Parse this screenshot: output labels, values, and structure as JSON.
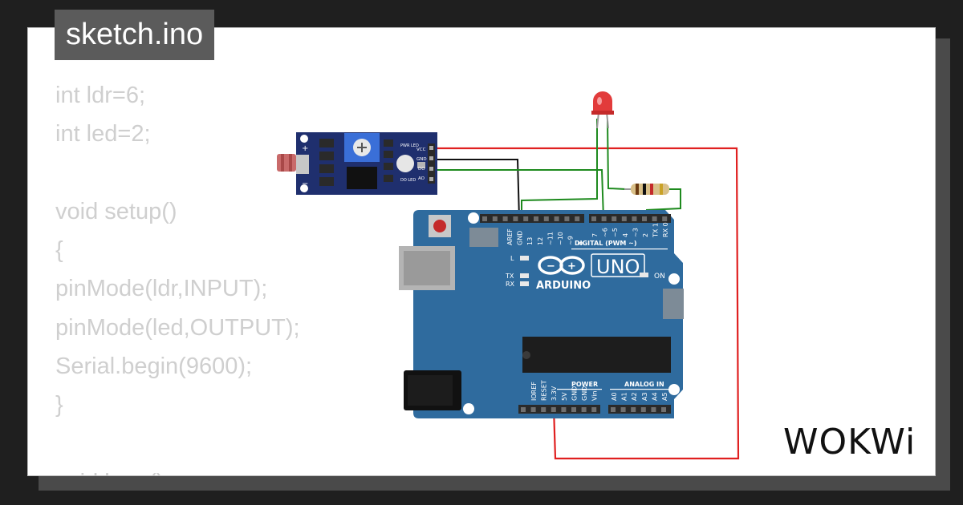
{
  "file_tab": {
    "label": "sketch.ino"
  },
  "code": {
    "lines": [
      "int ldr=6;",
      "int led=2;",
      "",
      "void setup()",
      "{",
      "pinMode(ldr,INPUT);",
      "pinMode(led,OUTPUT);",
      "Serial.begin(9600);",
      "}",
      "",
      "void loop()"
    ]
  },
  "logo": {
    "text": "WOKWi"
  },
  "ldr_module": {
    "pin_labels": [
      "VCC",
      "GND",
      "DO",
      "AO"
    ],
    "led_labels": [
      "PWR LED",
      "DO LED"
    ],
    "polarity": [
      "+",
      "−"
    ]
  },
  "arduino": {
    "brand": "ARDUINO",
    "model": "UNO",
    "on_label": "ON",
    "led_labels": [
      "L",
      "TX",
      "RX"
    ],
    "digital_header_label": "DIGITAL (PWM ~)",
    "top_left_pins": [
      "AREF",
      "GND",
      "13",
      "12",
      "~11",
      "~10",
      "~9",
      "8"
    ],
    "top_right_pins": [
      "7",
      "~6",
      "~5",
      "4",
      "~3",
      "2",
      "TX 1",
      "RX 0"
    ],
    "power_label": "POWER",
    "power_pins": [
      "IOREF",
      "RESET",
      "3.3V",
      "5V",
      "GND",
      "GND",
      "Vin"
    ],
    "analog_label": "ANALOG IN",
    "analog_pins": [
      "A0",
      "A1",
      "A2",
      "A3",
      "A4",
      "A5"
    ]
  },
  "colors": {
    "board": "#2f6b9e",
    "wire_red": "#e02020",
    "wire_green": "#1e8a1e",
    "wire_black": "#111111",
    "led": "#e23b3b",
    "module": "#1f2f6e"
  }
}
